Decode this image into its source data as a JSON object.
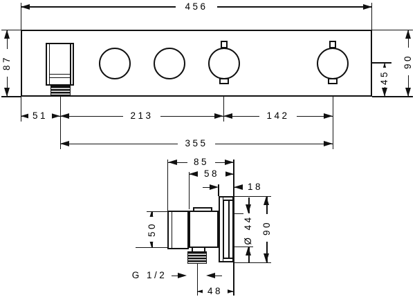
{
  "front_view": {
    "total_width": "456",
    "left_height": "87",
    "right_height": "90",
    "half_height": "45",
    "edge_to_outlet": "51",
    "outlet_to_handle3": "213",
    "handle3_to_handle4": "142",
    "outlet_to_handle4": "355"
  },
  "side_view": {
    "total_depth": "85",
    "body_depth": "58",
    "escutcheon_depth": "18",
    "holder_height": "50",
    "handle_diameter": "Ø 44",
    "escutcheon_height": "90",
    "wall_to_outlet_center": "48",
    "thread_size": "G 1/2"
  }
}
